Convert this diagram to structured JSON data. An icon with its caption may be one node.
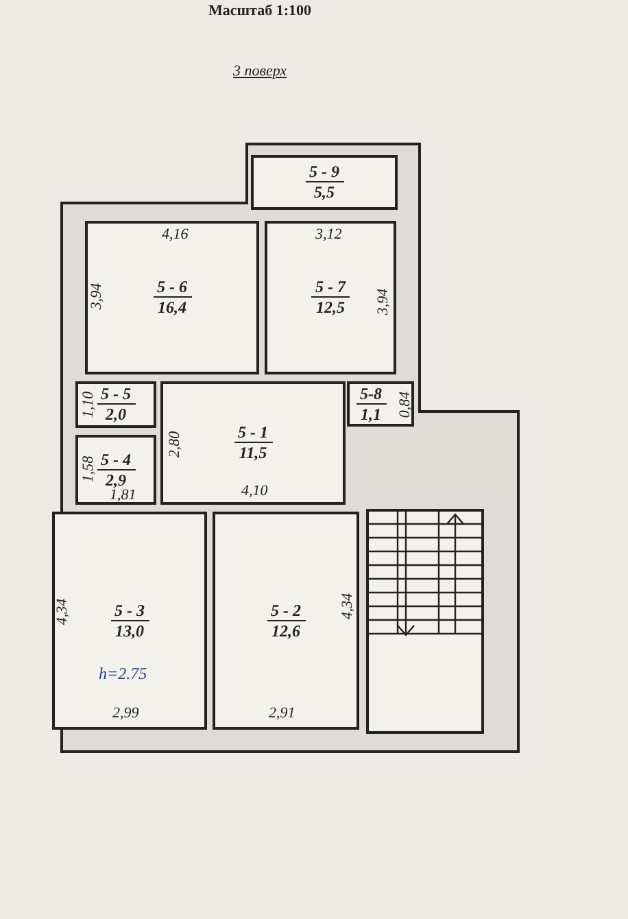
{
  "diagram": {
    "title": "3 поверх",
    "nodes": [
      {
        "text": [
          "5 - 9",
          "5,5"
        ]
      },
      {
        "text": [
          "5 - 6",
          "16,4"
        ]
      },
      {
        "text": [
          "5 - 7",
          "12,5"
        ]
      },
      {
        "text": [
          "5 - 5",
          "2,0"
        ]
      },
      {
        "text": [
          "5-8",
          "1,1"
        ]
      },
      {
        "text": [
          "5 - 1",
          "11,5"
        ]
      },
      {
        "text": [
          "5 - 4",
          "2,9"
        ]
      },
      {
        "text": [
          "5 - 3",
          "13,0"
        ]
      },
      {
        "text": [
          "5 - 2",
          "12,6"
        ]
      }
    ],
    "edges": [],
    "labels": [
      "Масштаб 1:100",
      "4,16",
      "3,12",
      "3,94",
      "3,94",
      "1,10",
      "0,84",
      "1,58",
      "2,80",
      "1,81",
      "4,10",
      "4,34",
      "4,34",
      "h=2.75",
      "2,99",
      "2,91"
    ]
  }
}
